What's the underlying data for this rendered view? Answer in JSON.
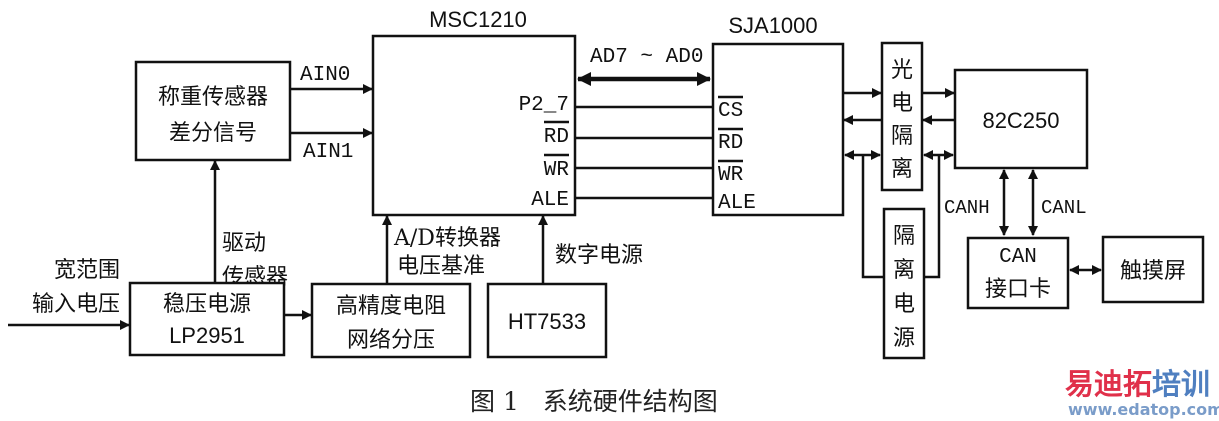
{
  "blocks": {
    "msc": "MSC1210",
    "sja": "SJA1000",
    "sensor_line1": "称重传感器",
    "sensor_line2": "差分信号",
    "regulator_line1": "稳压电源",
    "regulator_line2": "LP2951",
    "divider_line1": "高精度电阻",
    "divider_line2": "网络分压",
    "ht": "HT7533",
    "opto": [
      "光",
      "电",
      "隔",
      "离"
    ],
    "iso_power": [
      "隔",
      "离",
      "电",
      "源"
    ],
    "transceiver": "82C250",
    "can_card_line1": "CAN",
    "can_card_line2": "接口卡",
    "touch": "触摸屏"
  },
  "labels": {
    "ain0": "AIN0",
    "ain1": "AIN1",
    "drive1": "驱动",
    "drive2": "传感器",
    "input1": "宽范围",
    "input2": "输入电压",
    "adref1": "A/D转换器",
    "adref2": "电压基准",
    "digital_power": "数字电源",
    "bus": "AD7 ~ AD0",
    "msc_pins": [
      "P2_7",
      "RD",
      "WR",
      "ALE"
    ],
    "sja_pins": [
      "CS",
      "RD",
      "WR",
      "ALE"
    ],
    "canh": "CANH",
    "canl": "CANL"
  },
  "caption": "图 1   系统硬件结构图",
  "watermark": {
    "title_red": "易迪拓",
    "title_blue": "培训",
    "url": "www.edatop.com",
    "red": "#e0304a",
    "blue": "#4f7fc0"
  }
}
